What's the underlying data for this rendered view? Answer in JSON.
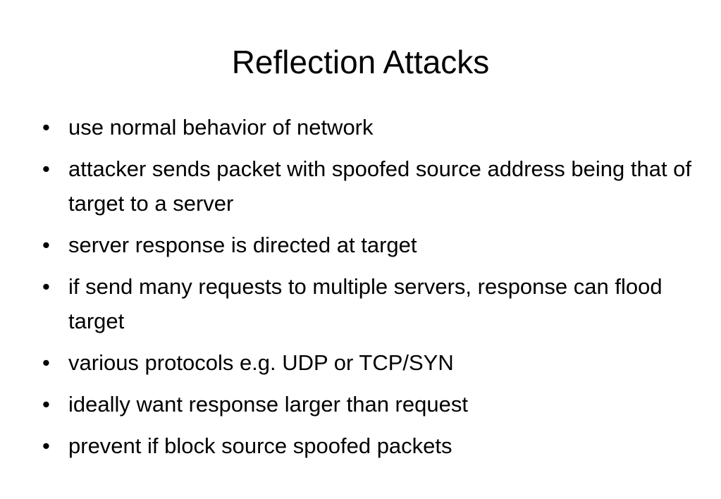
{
  "slide": {
    "title": "Reflection Attacks",
    "bullets": [
      "use normal behavior of network",
      "attacker sends packet with spoofed source address being that of target to a server",
      "server response is directed at target",
      "if send many requests to multiple servers, response can flood target",
      "various protocols e.g. UDP or TCP/SYN",
      "ideally want response larger than request",
      "prevent if block source spoofed packets"
    ]
  }
}
